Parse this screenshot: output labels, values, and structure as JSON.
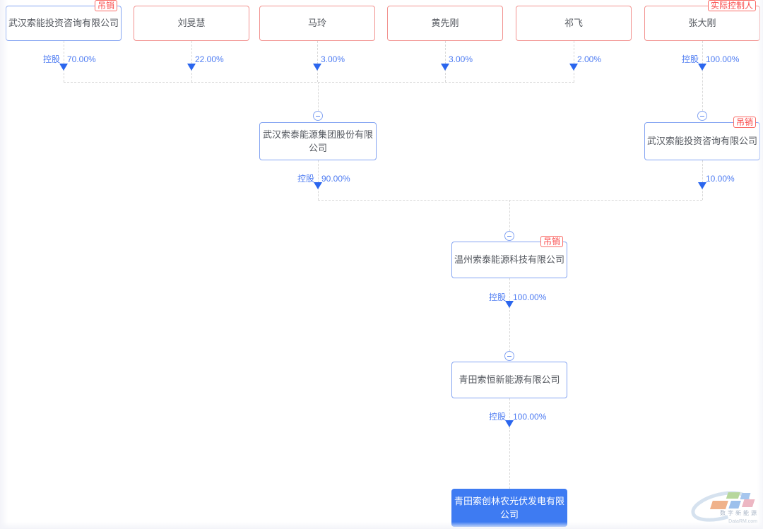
{
  "nodes": {
    "top": [
      {
        "name": "武汉索能投资咨询有限公司",
        "type": "company",
        "tag": "吊销"
      },
      {
        "name": "刘旻慧",
        "type": "person"
      },
      {
        "name": "马玲",
        "type": "person"
      },
      {
        "name": "黄先刚",
        "type": "person"
      },
      {
        "name": "祁飞",
        "type": "person"
      },
      {
        "name": "张大刚",
        "type": "person",
        "tag": "实际控制人"
      }
    ],
    "group": {
      "name": "武汉索泰能源集团股份有限公司",
      "type": "company"
    },
    "invest": {
      "name": "武汉索能投资咨询有限公司",
      "type": "company",
      "tag": "吊销"
    },
    "wenzhou": {
      "name": "温州索泰能源科技有限公司",
      "type": "company",
      "tag": "吊销"
    },
    "suoheng": {
      "name": "青田索恒新能源有限公司",
      "type": "company"
    },
    "target": {
      "name": "青田索创林农光伏发电有限公司",
      "type": "company"
    }
  },
  "edges": {
    "top": [
      {
        "prefix": "控股",
        "percent": "70.00%"
      },
      {
        "percent": "22.00%"
      },
      {
        "percent": "3.00%"
      },
      {
        "percent": "3.00%"
      },
      {
        "percent": "2.00%"
      },
      {
        "prefix": "控股",
        "percent": "100.00%"
      }
    ],
    "group_to_wenzhou": {
      "prefix": "控股",
      "percent": "90.00%"
    },
    "invest_to_wenzhou": {
      "percent": "10.00%"
    },
    "wenzhou_to_suoheng": {
      "prefix": "控股",
      "percent": "100.00%"
    },
    "suoheng_to_target": {
      "prefix": "控股",
      "percent": "100.00%"
    }
  },
  "watermark": {
    "cn": "数字新能源",
    "en": "DataRM.com"
  },
  "colors": {
    "company_border": "#84a4f2",
    "person_border": "#f2928f",
    "status_red": "#fa4b4b",
    "percent_blue": "#4e7cf2",
    "arrow_blue": "#2b66ee",
    "target_fill": "#3e7bf2",
    "connector_gray": "#d8d8d8"
  }
}
